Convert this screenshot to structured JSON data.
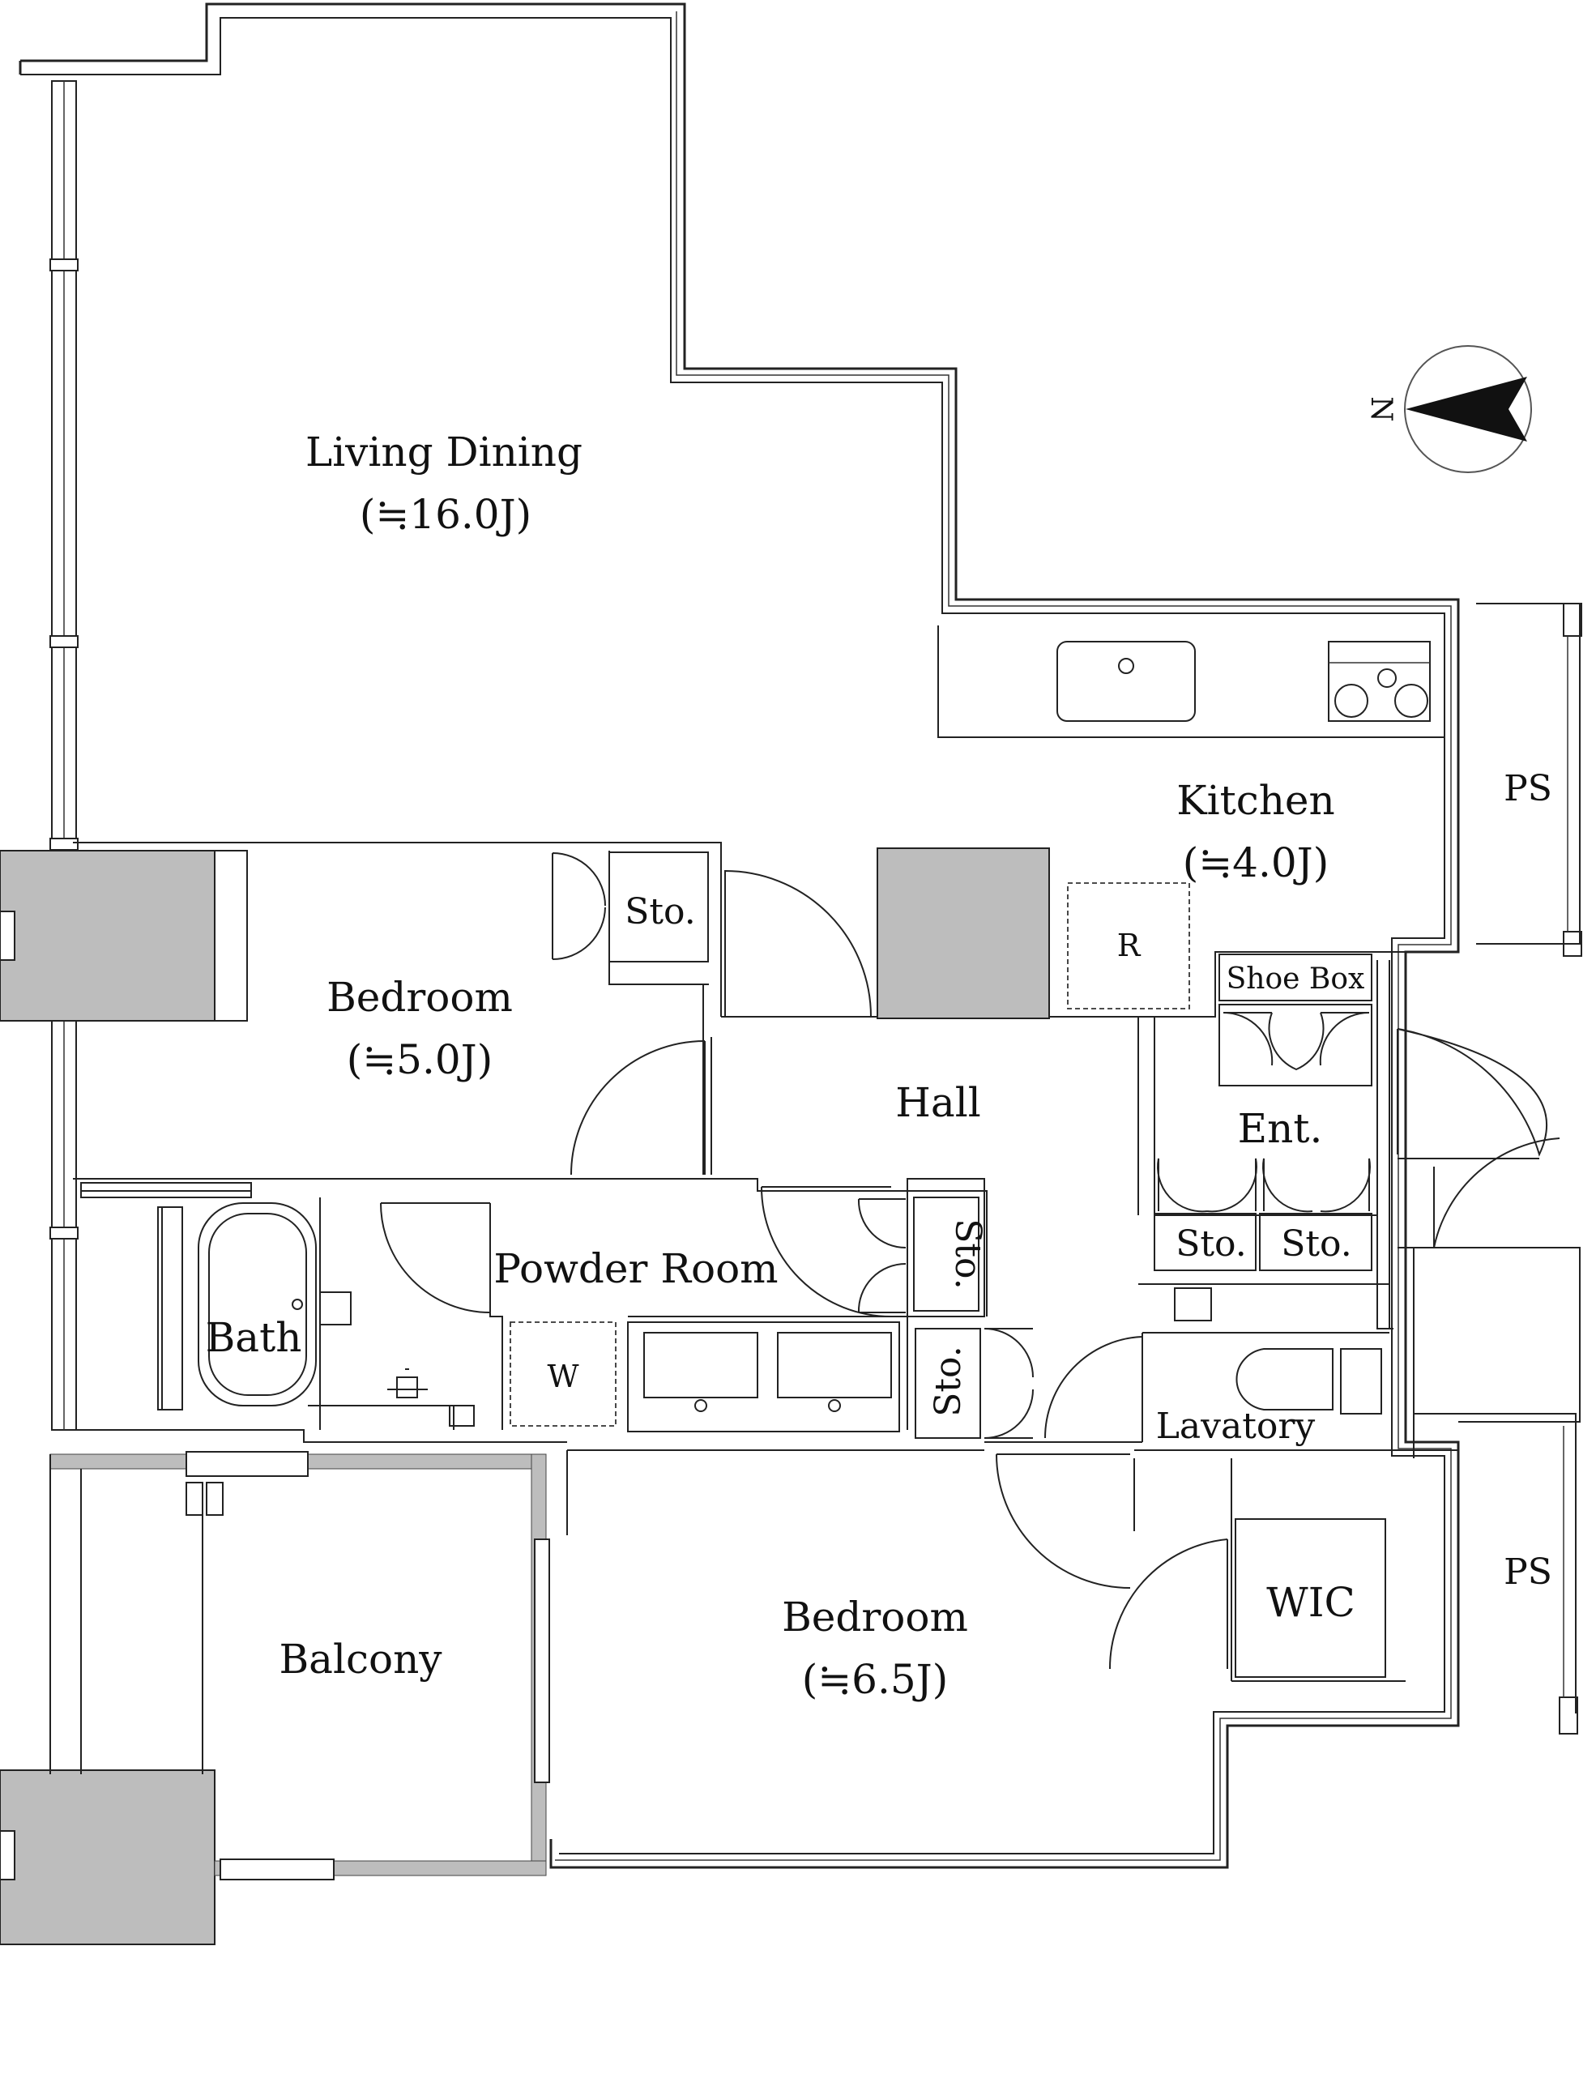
{
  "rooms": {
    "living_dining": {
      "name": "Living Dining",
      "area": "(≒16.0J)"
    },
    "kitchen": {
      "name": "Kitchen",
      "area": "(≒4.0J)"
    },
    "bedroom_1": {
      "name": "Bedroom",
      "area": "(≒5.0J)"
    },
    "bedroom_2": {
      "name": "Bedroom",
      "area": "(≒6.5J)"
    },
    "hall": {
      "name": "Hall"
    },
    "powder_room": {
      "name": "Powder Room"
    },
    "bath": {
      "name": "Bath"
    },
    "balcony": {
      "name": "Balcony"
    },
    "entrance": {
      "name": "Ent."
    },
    "lavatory": {
      "name": "Lavatory"
    },
    "wic": {
      "name": "WIC"
    },
    "shoe_box": {
      "name": "Shoe Box"
    },
    "ps_upper": {
      "name": "PS"
    },
    "ps_lower": {
      "name": "PS"
    }
  },
  "fixtures": {
    "refrigerator": "R",
    "washer": "W",
    "storage_bedroom": "Sto.",
    "storage_hall": "Sto.",
    "storage_powder": "Sto.",
    "storage_ent_left": "Sto.",
    "storage_ent_right": "Sto."
  },
  "compass": {
    "label": "N"
  }
}
